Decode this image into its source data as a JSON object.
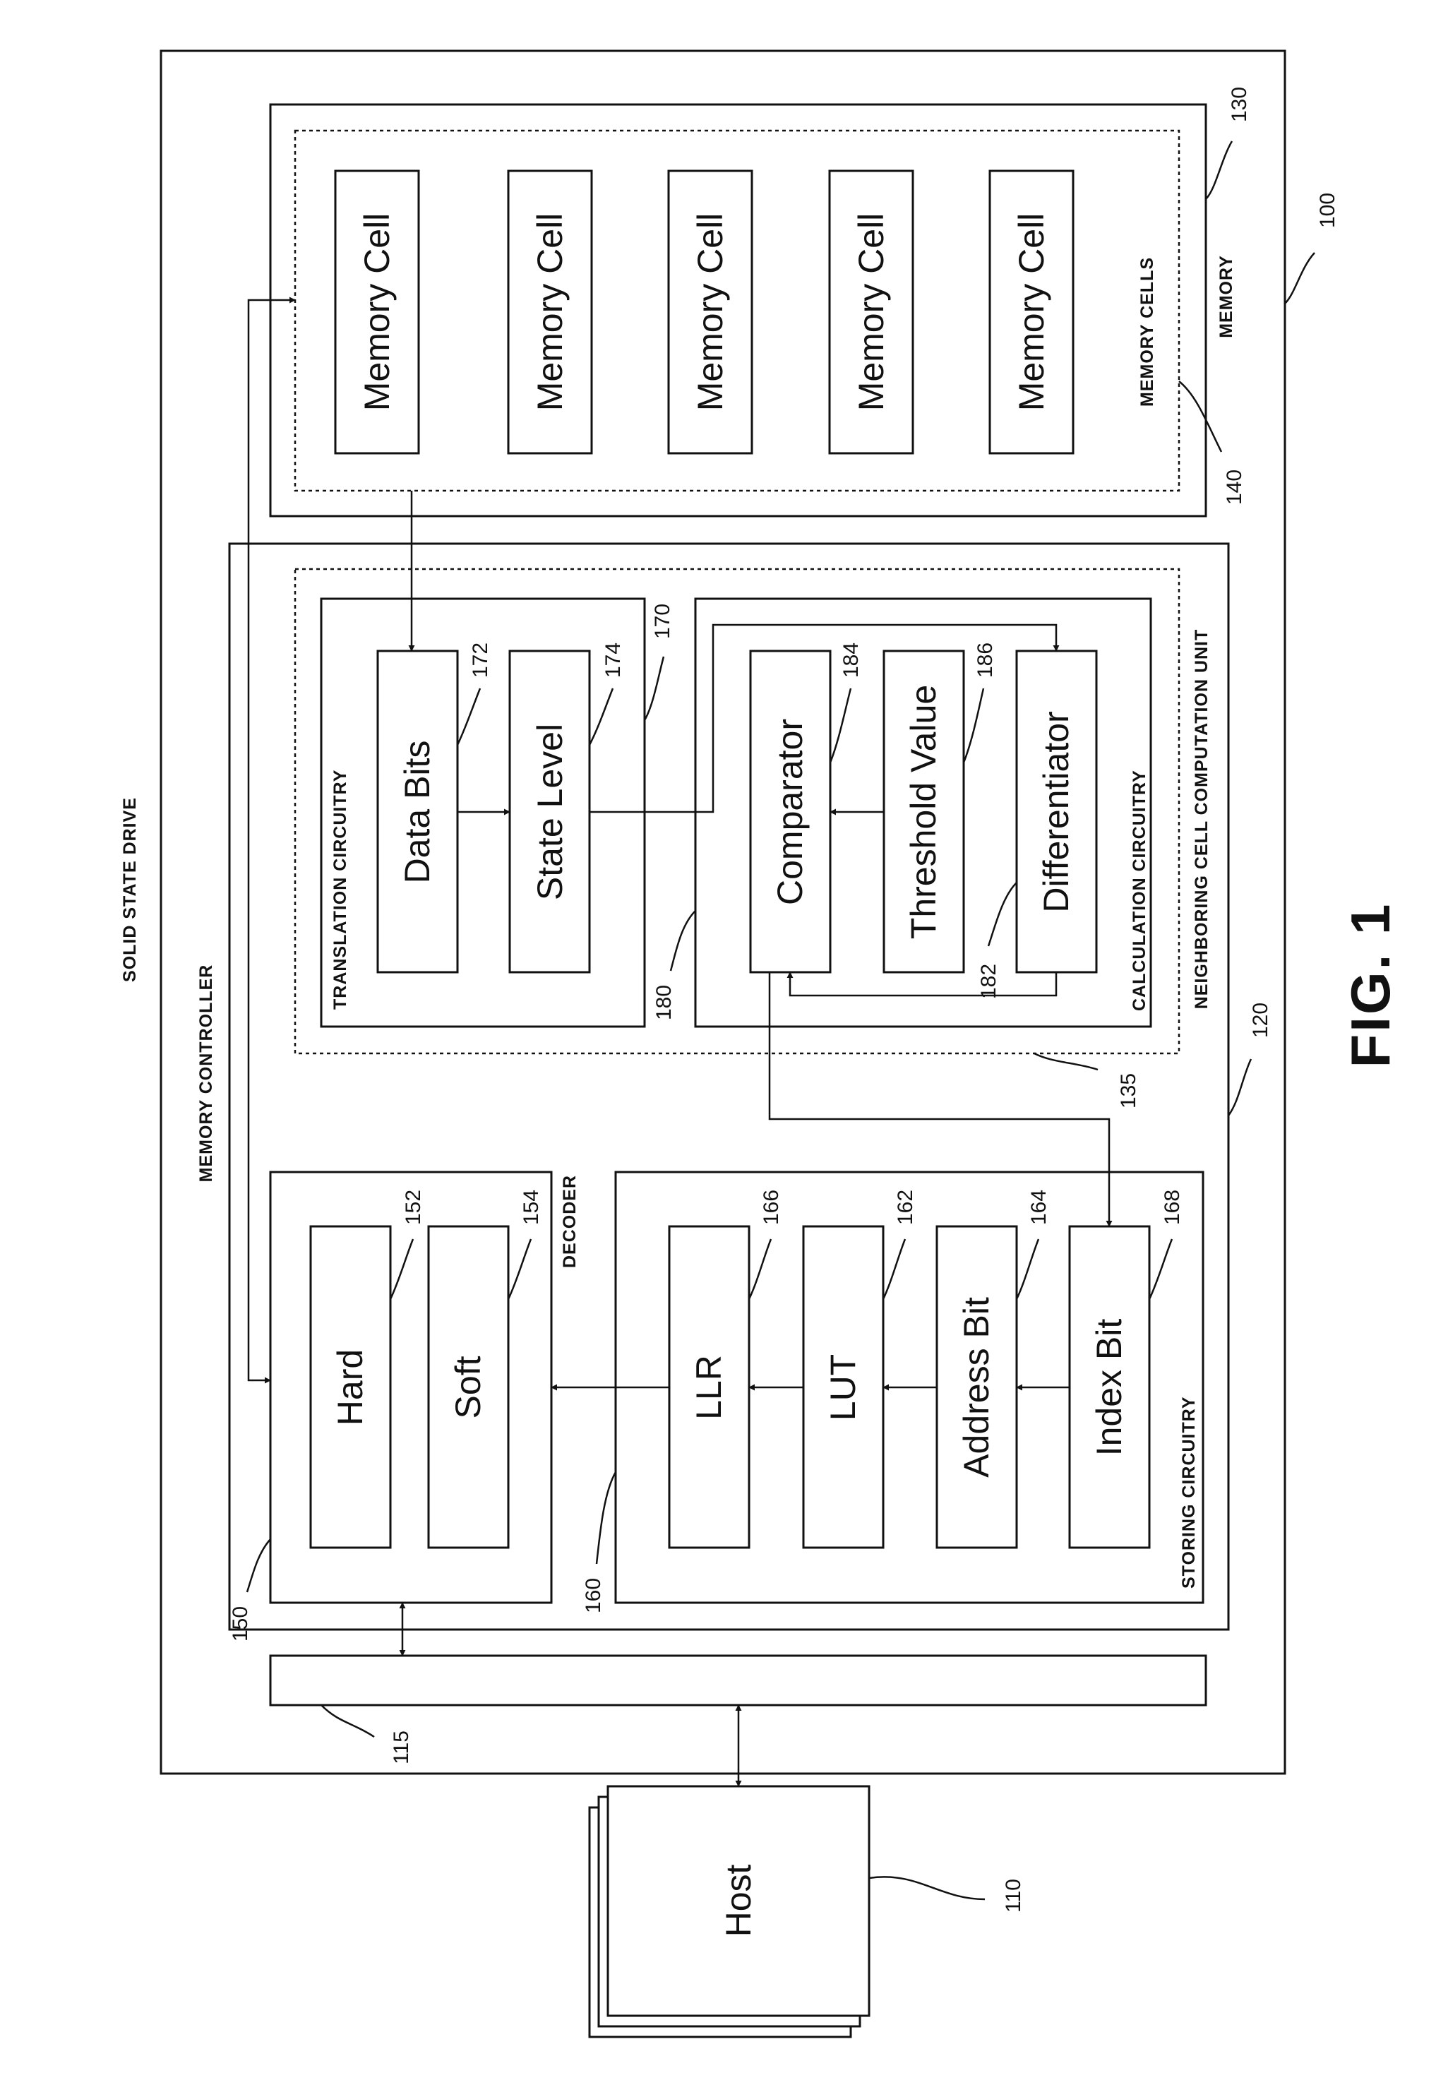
{
  "figure_label": "FIG. 1",
  "labels": {
    "solid_state_drive": "SOLID STATE DRIVE",
    "memory_controller": "MEMORY CONTROLLER",
    "memory": "MEMORY",
    "memory_cells": "MEMORY CELLS",
    "decoder": "DECODER",
    "storing_circuitry": "STORING CIRCUITRY",
    "neighboring_cell_unit": "NEIGHBORING CELL COMPUTATION UNIT",
    "translation_circuitry": "TRANSLATION CIRCUITRY",
    "calculation_circuitry": "CALCULATION CIRCUITRY"
  },
  "blocks": {
    "host": "Host",
    "memory_cells": [
      "Memory Cell",
      "Memory Cell",
      "Memory Cell",
      "Memory Cell",
      "Memory Cell"
    ],
    "data_bits": "Data Bits",
    "state_level": "State Level",
    "comparator": "Comparator",
    "threshold_value": "Threshold Value",
    "differentiator": "Differentiator",
    "hard": "Hard",
    "soft": "Soft",
    "llr": "LLR",
    "lut": "LUT",
    "address_bit": "Address Bit",
    "index_bit": "Index Bit"
  },
  "refs": {
    "ssd": "100",
    "host": "110",
    "interface": "115",
    "controller": "120",
    "memory": "130",
    "ncu": "135",
    "memory_cells": "140",
    "decoder": "150",
    "hard": "152",
    "soft": "154",
    "storing": "160",
    "lut": "162",
    "address_bit": "164",
    "llr": "166",
    "index_bit": "168",
    "translation": "170",
    "data_bits": "172",
    "state_level": "174",
    "calculation": "180",
    "differentiator": "182",
    "comparator": "184",
    "threshold": "186"
  }
}
